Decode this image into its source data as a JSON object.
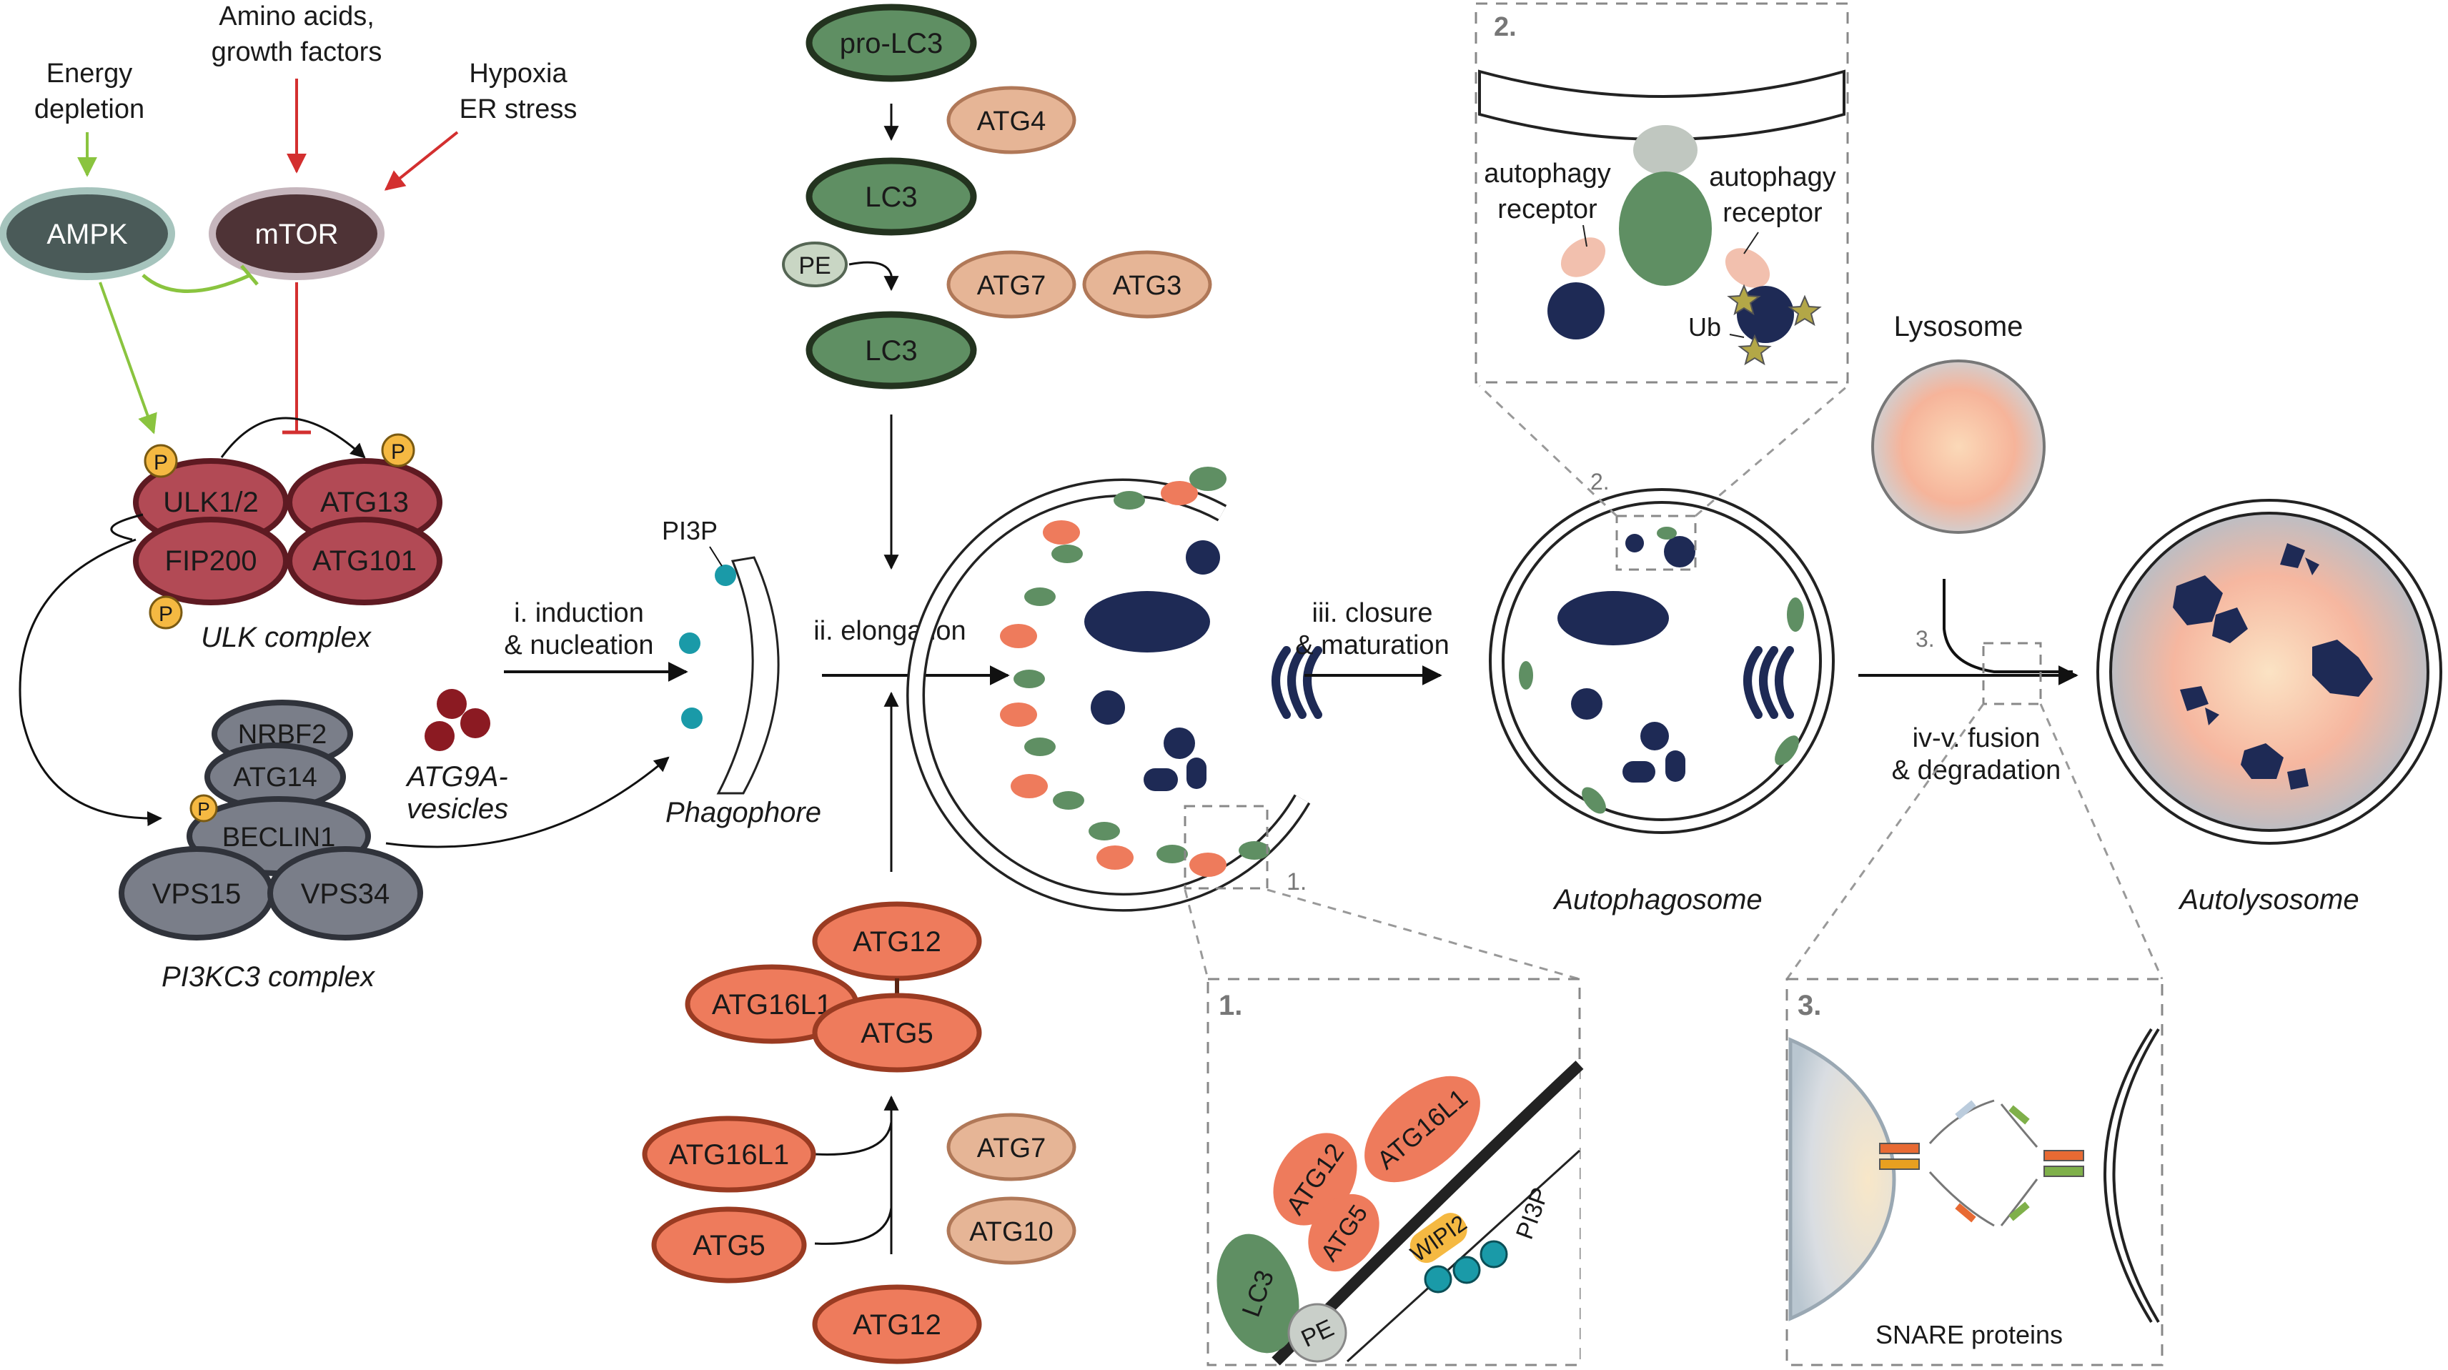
{
  "signals": {
    "energy_line1": "Energy",
    "energy_line2": "depletion",
    "amino_line1": "Amino acids,",
    "amino_line2": "growth factors",
    "hypoxia_line1": "Hypoxia",
    "hypoxia_line2": "ER stress"
  },
  "kinases": {
    "ampk": "AMPK",
    "mtor": "mTOR"
  },
  "ulk_complex": {
    "ulk": "ULK1/2",
    "atg13": "ATG13",
    "fip200": "FIP200",
    "atg101": "ATG101",
    "phospho": "P",
    "caption": "ULK complex"
  },
  "pi3k_complex": {
    "nrbf2": "NRBF2",
    "atg14": "ATG14",
    "beclin": "BECLIN1",
    "vps15": "VPS15",
    "vps34": "VPS34",
    "phospho": "P",
    "caption": "PI3KC3 complex"
  },
  "atg9": {
    "line1": "ATG9A-",
    "line2": "vesicles"
  },
  "lc3_pathway": {
    "prolc3": "pro-LC3",
    "atg4": "ATG4",
    "lc3_a": "LC3",
    "pe": "PE",
    "atg7": "ATG7",
    "atg3": "ATG3",
    "lc3_b": "LC3"
  },
  "atg12_pathway": {
    "atg12_top": "ATG12",
    "atg16l1_top": "ATG16L1",
    "atg5_top": "ATG5",
    "atg16l1_left": "ATG16L1",
    "atg5_left": "ATG5",
    "atg12_bottom": "ATG12",
    "atg7": "ATG7",
    "atg10": "ATG10"
  },
  "steps": {
    "induction_1": "i. induction",
    "induction_2": "& nucleation",
    "elongation": "ii. elongation",
    "closure_1": "iii. closure",
    "closure_2": "& maturation",
    "fusion_1": "iv-v. fusion",
    "fusion_2": "& degradation"
  },
  "structures": {
    "pi3p": "PI3P",
    "phagophore": "Phagophore",
    "autophagosome": "Autophagosome",
    "lysosome": "Lysosome",
    "autolysosome": "Autolysosome"
  },
  "inset_markers": {
    "m1": "1.",
    "m2": "2.",
    "m3": "3."
  },
  "inset1": {
    "title": "1.",
    "atg12": "ATG12",
    "atg16l1": "ATG16L1",
    "atg5": "ATG5",
    "wipi2": "WIPI2",
    "pi3p": "PI3P",
    "lc3": "LC3",
    "pe": "PE"
  },
  "inset2": {
    "title": "2.",
    "receptor_left_1": "autophagy",
    "receptor_left_2": "receptor",
    "receptor_right_1": "autophagy",
    "receptor_right_2": "receptor",
    "ub": "Ub"
  },
  "inset3": {
    "title": "3.",
    "snare": "SNARE proteins"
  },
  "colors": {
    "ulk_red": "#b24a55",
    "pi3k_gray": "#7a7e89",
    "lc3_green": "#5f8f63",
    "atg_salmon": "#e6b596",
    "atg_orange": "#ee7b5c",
    "navy": "#1e2a55",
    "teal": "#1a9aa8",
    "activating_green": "#8ac43f",
    "inhibiting_red": "#d32f2f"
  }
}
